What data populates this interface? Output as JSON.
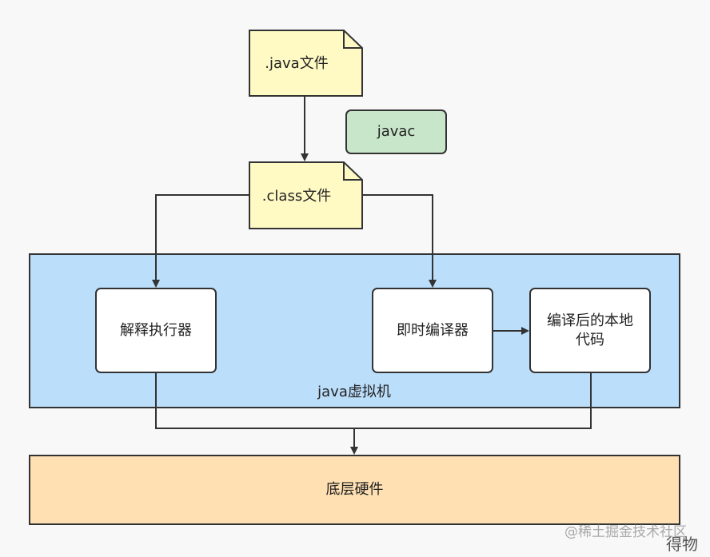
{
  "diagram": {
    "nodes": {
      "java_file": ".java文件",
      "javac": "javac",
      "class_file": ".class文件",
      "jvm": "java虚拟机",
      "interpreter": "解释执行器",
      "jit": "即时编译器",
      "native_code_line1": "编译后的本地",
      "native_code_line2": "代码",
      "hardware": "底层硬件"
    },
    "colors": {
      "file_fill": "#fff9c4",
      "javac_fill": "#c8e6c9",
      "jvm_fill": "#bbdefb",
      "box_fill": "#ffffff",
      "hardware_fill": "#ffe0b2",
      "stroke": "#333333"
    }
  },
  "watermark": {
    "line1": "@稀土掘金技术社区",
    "line2": "得物"
  }
}
